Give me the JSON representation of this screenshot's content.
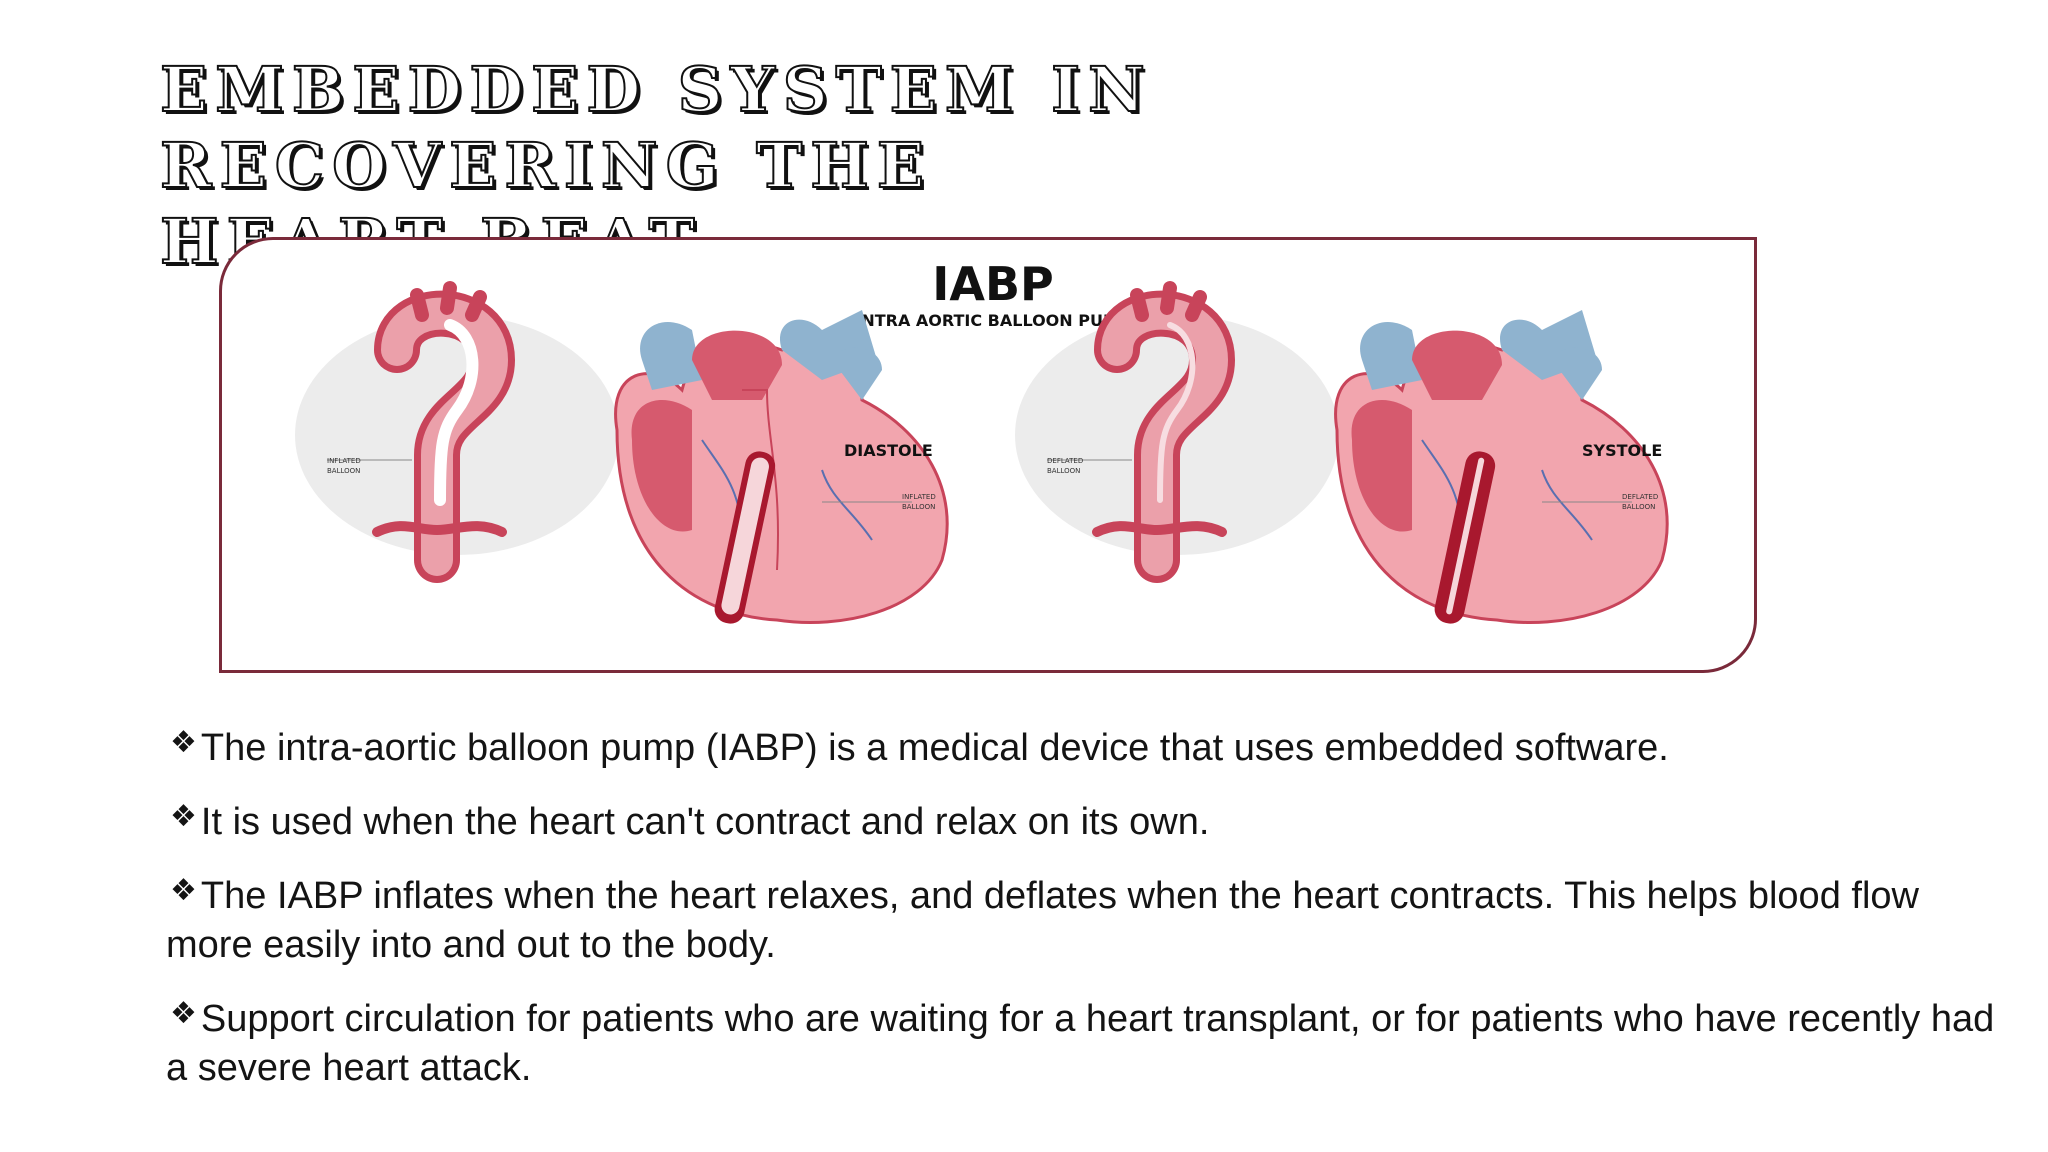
{
  "slide": {
    "title_lines": [
      "Embedded System In Recovering the",
      "Heart Beat"
    ]
  },
  "figure": {
    "heading": "IABP",
    "subheading": "INTRA AORTIC BALLOON PUMP",
    "left_panel": {
      "phase_label": "DIASTOLE",
      "aorta_callout": [
        "INFLATED",
        "BALLOON"
      ],
      "heart_callout": [
        "INFLATED",
        "BALLOON"
      ]
    },
    "right_panel": {
      "phase_label": "SYSTOLE",
      "aorta_callout": [
        "DEFLATED",
        "BALLOON"
      ],
      "heart_callout": [
        "DEFLATED",
        "BALLOON"
      ]
    }
  },
  "bullets": {
    "marker_icon": "diamond-bullet-icon",
    "items": [
      "The intra-aortic balloon pump (IABP) is a medical device that uses embedded software.",
      "It is used when the heart can't contract and relax on its own.",
      "The IABP inflates when the heart relaxes, and deflates when the heart contracts. This helps blood flow more easily into and  out to the body.",
      "Support circulation for patients who are waiting for a heart transplant, or for patients who have recently had a severe heart attack."
    ]
  },
  "colors": {
    "frame_border": "#7a2a3a",
    "heart_red": "#c8445a",
    "vessel_blue": "#8fb3cf",
    "background_pink": "#f3c7cc"
  }
}
